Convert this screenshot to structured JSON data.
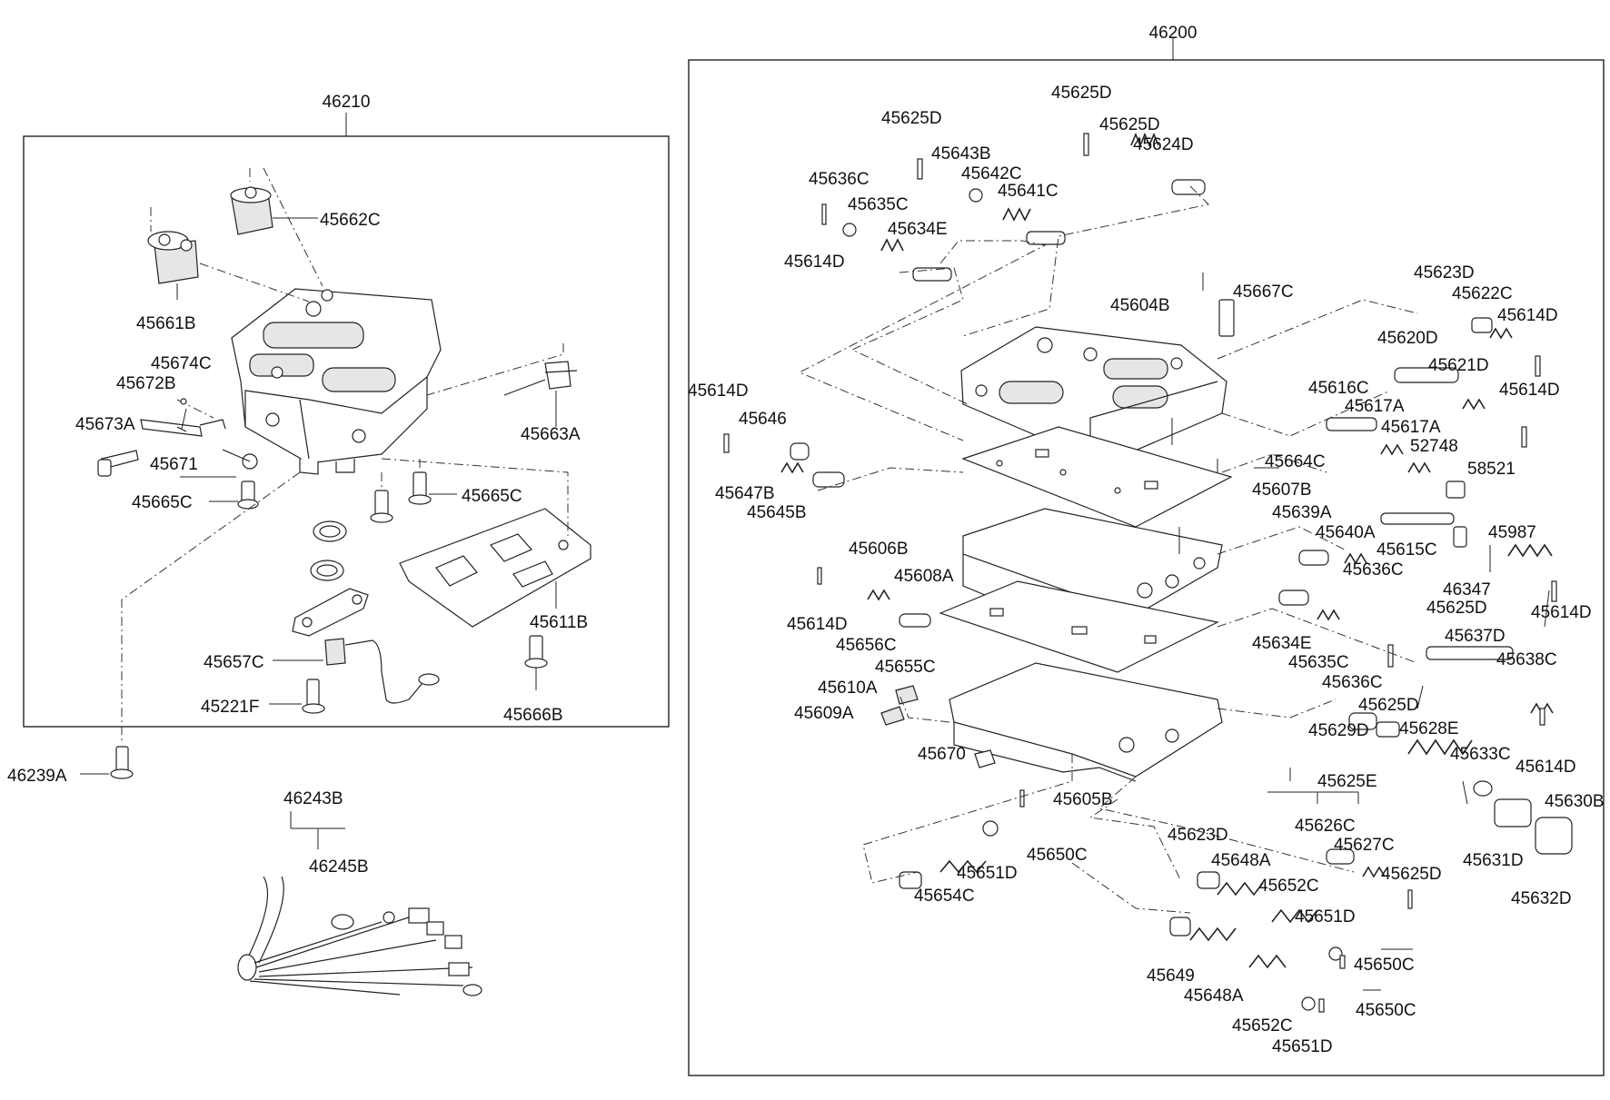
{
  "assemblies": {
    "left": "46210",
    "right": "46200"
  },
  "left_labels": [
    "45662C",
    "45661B",
    "45674C",
    "45672B",
    "45673A",
    "45663A",
    "45671",
    "45665C",
    "45665C",
    "45611B",
    "45657C",
    "45221F",
    "45666B",
    "46239A"
  ],
  "harness_labels": [
    "46243B",
    "46245B"
  ],
  "right_labels": [
    "45625D",
    "45625D",
    "45625D",
    "45643B",
    "45636C",
    "45642C",
    "45641C",
    "45624D",
    "45635C",
    "45634E",
    "45614D",
    "45667C",
    "45604B",
    "45623D",
    "45622C",
    "45614D",
    "45620D",
    "45621D",
    "45614D",
    "45614D",
    "45616C",
    "45617A",
    "45617A",
    "52748",
    "45646",
    "45664C",
    "58521",
    "45647B",
    "45607B",
    "45645B",
    "45639A",
    "45640A",
    "45987",
    "45606B",
    "45615C",
    "45636C",
    "46347",
    "45608A",
    "45625D",
    "45614D",
    "45614D",
    "45656C",
    "45634E",
    "45637D",
    "45635C",
    "45655C",
    "45638C",
    "45636C",
    "45610A",
    "45625D",
    "45609A",
    "45629D",
    "45628E",
    "45670",
    "45633C",
    "45614D",
    "45605B",
    "45625E",
    "45630B",
    "45650C",
    "45623D",
    "45626C",
    "45648A",
    "45627C",
    "45631D",
    "45651D",
    "45652C",
    "45625D",
    "45654C",
    "45632D",
    "45651D",
    "45650C",
    "45649",
    "45648A",
    "45650C",
    "45652C",
    "45651D"
  ]
}
